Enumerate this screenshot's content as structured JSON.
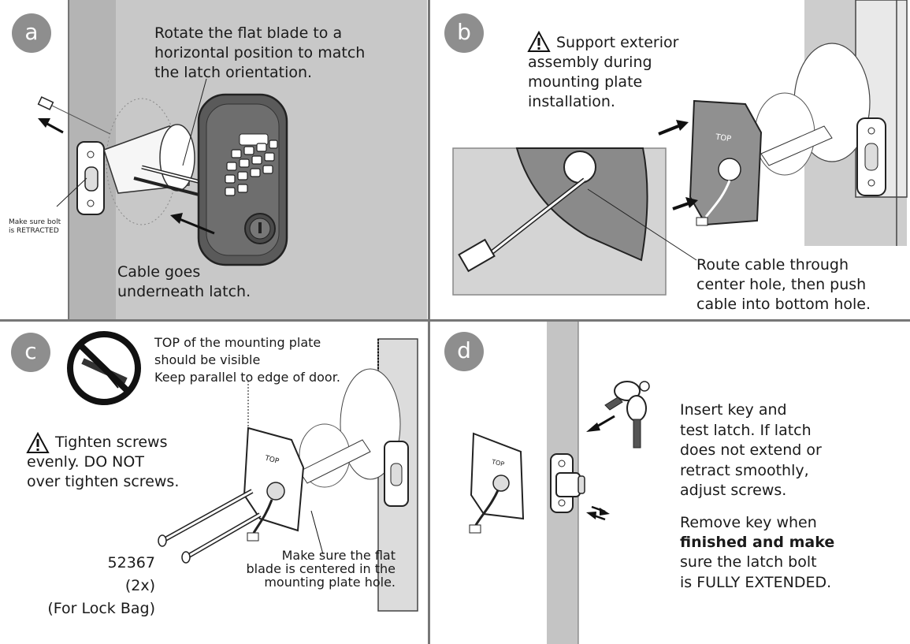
{
  "panels": {
    "a": {
      "label": "a",
      "instruction_rotate": "Rotate the flat blade to a\nhorizontal position to match\nthe latch orientation.",
      "instruction_cable": "Cable goes\nunderneath latch.",
      "note_bolt": "Make sure bolt\nis RETRACTED"
    },
    "b": {
      "label": "b",
      "warning": "Support exterior\nassembly during\nmounting plate\ninstallation.",
      "instruction_route": "Route cable through\ncenter hole, then push\ncable into bottom hole.",
      "plate_text": "TOP"
    },
    "c": {
      "label": "c",
      "note_top": "TOP of the mounting plate\nshould be visible\nKeep parallel to edge of door.",
      "warning": "Tighten screws\nevenly.  DO NOT\nover tighten screws.",
      "part_number": "52367",
      "part_qty": "(2x)",
      "part_bag": "(For Lock Bag)",
      "note_blade": "Make sure the flat\nblade is centered in the\nmounting plate hole.",
      "plate_text": "TOP"
    },
    "d": {
      "label": "d",
      "instruction_test": "Insert key and\ntest latch. If latch\ndoes not extend or\nretract smoothly,\nadjust screws.",
      "instruction_remove_1": "Remove key when",
      "instruction_remove_2": "finished and make",
      "instruction_remove_3": "sure the latch bolt\nis FULLY EXTENDED.",
      "plate_text": "TOP"
    }
  },
  "colors": {
    "badge": "#8e8e8e",
    "door": "#c8c8c8",
    "outline": "#222222",
    "divider": "#777777"
  },
  "icons": [
    "warning-icon",
    "prohibited-icon",
    "arrow-icon",
    "key-icon",
    "screw-icon",
    "connector-icon"
  ]
}
